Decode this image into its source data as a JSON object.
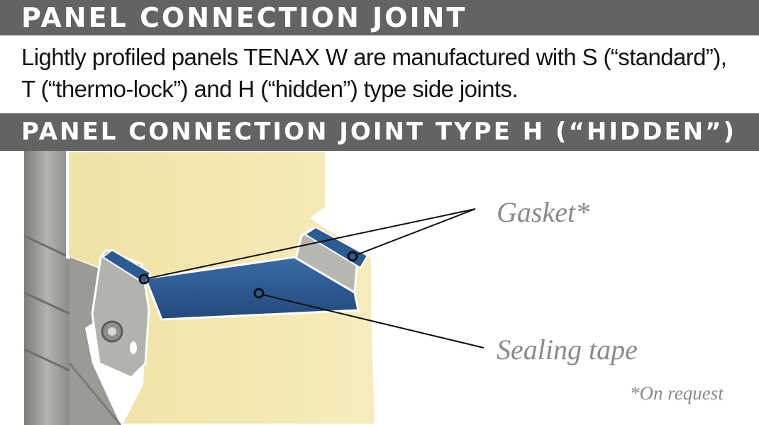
{
  "header": {
    "title": "PANEL CONNECTION JOINT"
  },
  "intro": {
    "line1": "Lightly profiled panels TENAX W are manufactured with S (“standard”),",
    "line2": "T (“thermo-lock”) and H (“hidden”) type side joints."
  },
  "section": {
    "title": "PANEL CONNECTION JOINT TYPE H (“HIDDEN”)"
  },
  "callouts": {
    "gasket": "Gasket*",
    "sealing_tape": "Sealing tape",
    "note": "*On request"
  },
  "colors": {
    "band": "#636363",
    "foam": "#f3e7ae",
    "steel": "#a9a9a4",
    "gasket": "#2c5a92",
    "label": "#8a8a8a"
  }
}
